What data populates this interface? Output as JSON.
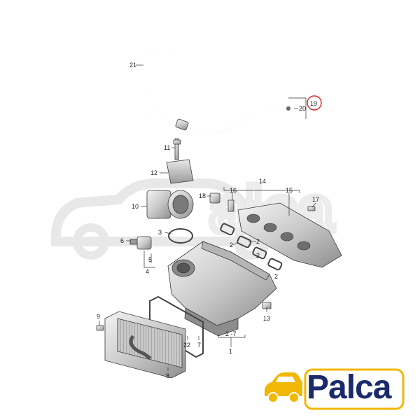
{
  "diagram": {
    "callouts": [
      {
        "id": "c21",
        "text": "21"
      },
      {
        "id": "c19",
        "text": "19"
      },
      {
        "id": "c20",
        "text": "20"
      },
      {
        "id": "c11",
        "text": "11"
      },
      {
        "id": "c12",
        "text": "12"
      },
      {
        "id": "c14",
        "text": "14"
      },
      {
        "id": "c16",
        "text": "16"
      },
      {
        "id": "c15",
        "text": "15"
      },
      {
        "id": "c18",
        "text": "18"
      },
      {
        "id": "c17",
        "text": "17"
      },
      {
        "id": "c10",
        "text": "10"
      },
      {
        "id": "c3",
        "text": "3"
      },
      {
        "id": "c6",
        "text": "6"
      },
      {
        "id": "c5",
        "text": "5"
      },
      {
        "id": "c4",
        "text": "4"
      },
      {
        "id": "c2a",
        "text": "2"
      },
      {
        "id": "c2b",
        "text": "2"
      },
      {
        "id": "c2c",
        "text": "2"
      },
      {
        "id": "c2d",
        "text": "2"
      },
      {
        "id": "c13",
        "text": "13"
      },
      {
        "id": "c9",
        "text": "9"
      },
      {
        "id": "c27",
        "text": "2 -7"
      },
      {
        "id": "c1",
        "text": "1"
      },
      {
        "id": "c22",
        "text": "22"
      },
      {
        "id": "c7",
        "text": "7"
      },
      {
        "id": "c8",
        "text": "8"
      }
    ],
    "highlight_color": "#d8232a"
  },
  "logo": {
    "text": "Palca",
    "brand_color": "#1a2a6c",
    "accent_color": "#f2b705",
    "icon": "car-icon"
  },
  "watermark": {
    "icon": "car-outline-icon",
    "color": "#e6e6e6"
  }
}
